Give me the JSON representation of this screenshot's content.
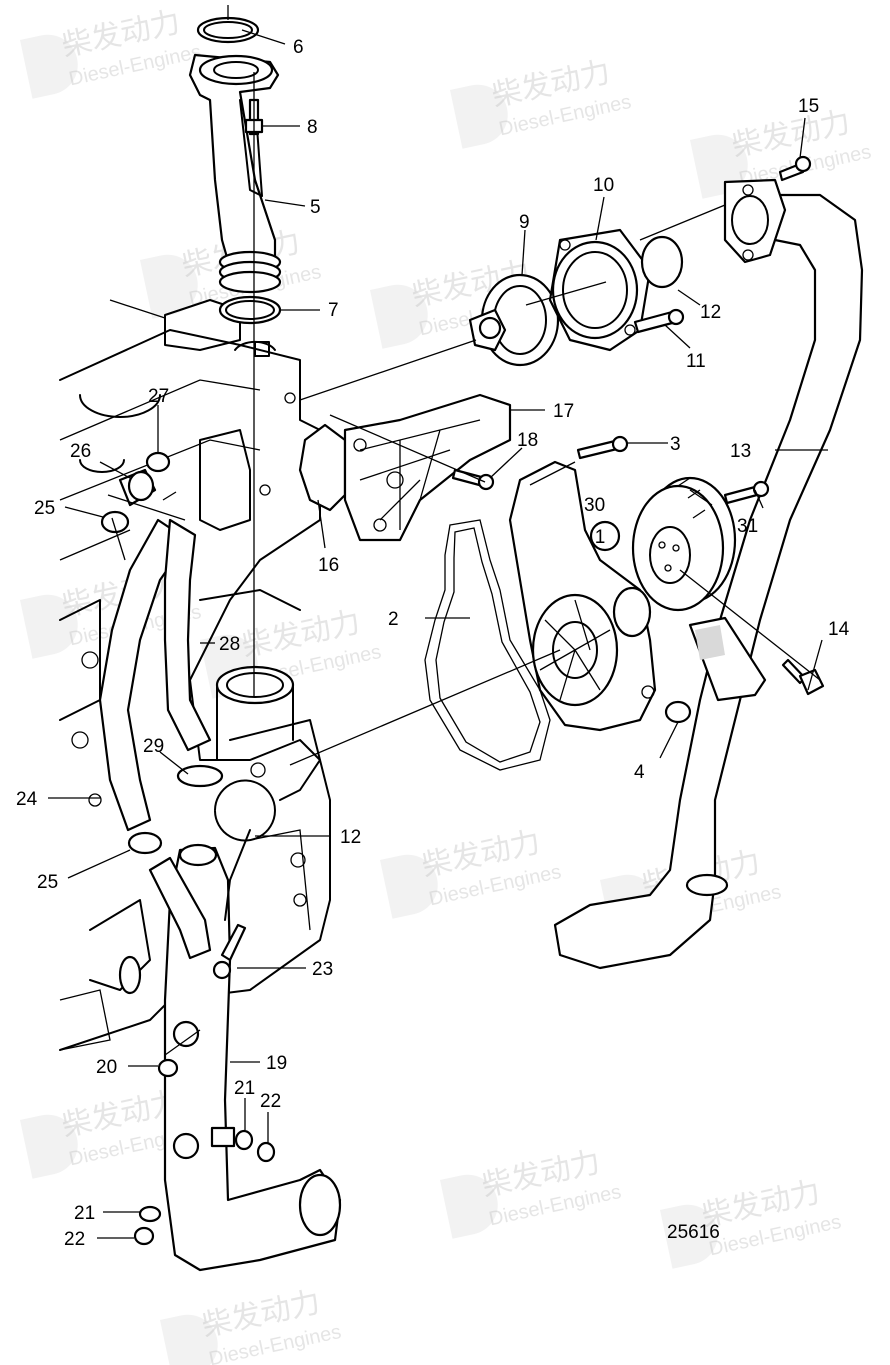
{
  "diagram": {
    "drawing_number": "25616",
    "watermark": {
      "brand": "柴发动力",
      "subtitle": "Diesel-Engines"
    },
    "callouts": [
      {
        "label": "1"
      },
      {
        "label": "2"
      },
      {
        "label": "3"
      },
      {
        "label": "4"
      },
      {
        "label": "5"
      },
      {
        "label": "6"
      },
      {
        "label": "7"
      },
      {
        "label": "8"
      },
      {
        "label": "9"
      },
      {
        "label": "10"
      },
      {
        "label": "11"
      },
      {
        "label": "12"
      },
      {
        "label": "12"
      },
      {
        "label": "13"
      },
      {
        "label": "14"
      },
      {
        "label": "15"
      },
      {
        "label": "16"
      },
      {
        "label": "17"
      },
      {
        "label": "18"
      },
      {
        "label": "19"
      },
      {
        "label": "20"
      },
      {
        "label": "21"
      },
      {
        "label": "21"
      },
      {
        "label": "22"
      },
      {
        "label": "22"
      },
      {
        "label": "23"
      },
      {
        "label": "24"
      },
      {
        "label": "25"
      },
      {
        "label": "25"
      },
      {
        "label": "26"
      },
      {
        "label": "27"
      },
      {
        "label": "28"
      },
      {
        "label": "29"
      },
      {
        "label": "30"
      },
      {
        "label": "31"
      }
    ]
  }
}
